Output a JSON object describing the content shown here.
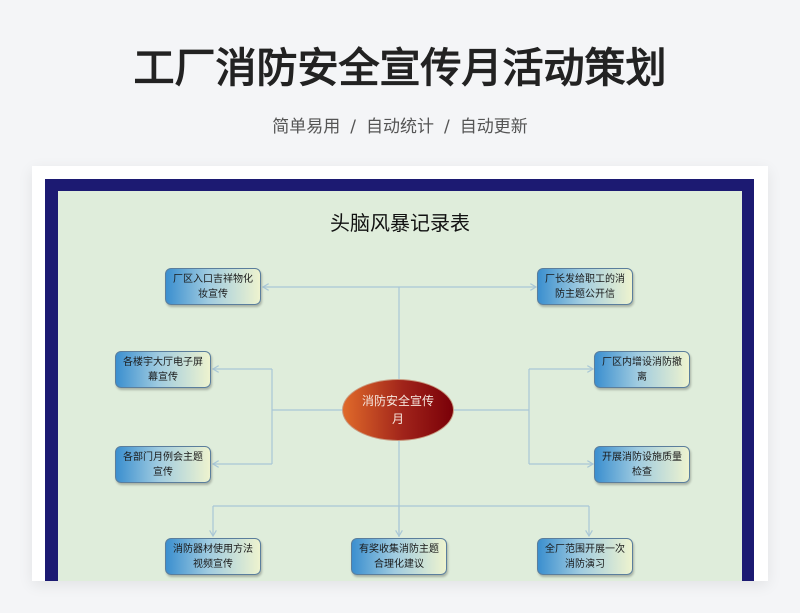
{
  "header": {
    "title": "工厂消防安全宣传月活动策划",
    "subtitle": [
      "简单易用",
      "自动统计",
      "自动更新"
    ],
    "separator": "/"
  },
  "board": {
    "title": "头脑风暴记录表",
    "center": "消防安全宣传月",
    "nodes": [
      "厂区入口吉祥物化妆宣传",
      "厂长发给职工的消防主题公开信",
      "各楼宇大厅电子屏幕宣传",
      "厂区内增设消防撤离",
      "各部门月例会主题宣传",
      "开展消防设施质量检查",
      "消防器材使用方法视频宣传",
      "有奖收集消防主题合理化建议",
      "全厂范围开展一次消防演习"
    ]
  },
  "colors": {
    "frame": "#1c1a72",
    "canvas": "#dfeddb",
    "line": "#a9c7d6"
  }
}
